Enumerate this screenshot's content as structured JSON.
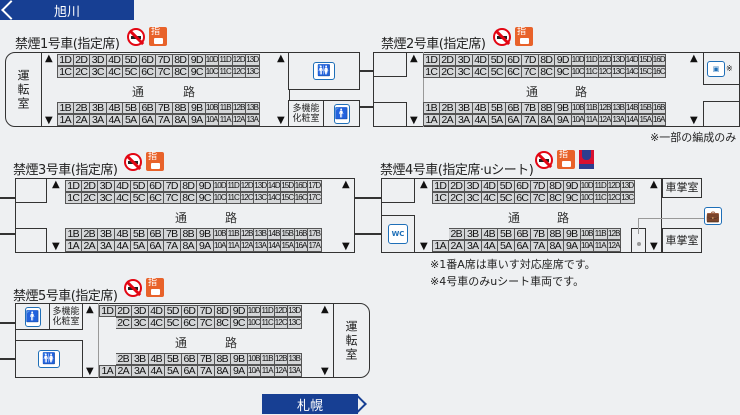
{
  "direction": {
    "start": "旭川",
    "end": "札幌"
  },
  "colors": {
    "banner": "#173f93",
    "nosmoke": "#e30613",
    "reserved": "#e8622a",
    "useat_red": "#d8102f",
    "useat_blue": "#2c3d8f",
    "facility_blue": "#1e6fb8",
    "seat_fill": "#d4d6d8"
  },
  "common": {
    "aisle_left": "通",
    "aisle_right": "路",
    "arrow_up": "▲",
    "arrow_down": "▼",
    "cab_label": "運転室",
    "reserved_glyph": "指"
  },
  "cars": [
    {
      "title": "禁煙1号車(指定席)",
      "icons": [
        "no-smoking-icon",
        "reserved-seat-icon"
      ],
      "rows": {
        "D": [
          "1D",
          "2D",
          "3D",
          "4D",
          "5D",
          "6D",
          "7D",
          "8D",
          "9D",
          "10D",
          "11D",
          "12D",
          "13D"
        ],
        "C": [
          "1C",
          "2C",
          "3C",
          "4C",
          "5C",
          "6C",
          "7C",
          "8C",
          "9C",
          "10C",
          "11C",
          "12C",
          "13C"
        ],
        "B": [
          "1B",
          "2B",
          "3B",
          "4B",
          "5B",
          "6B",
          "7B",
          "8B",
          "9B",
          "10B",
          "11B",
          "12B",
          "13B"
        ],
        "A": [
          "1A",
          "2A",
          "3A",
          "4A",
          "5A",
          "6A",
          "7A",
          "8A",
          "9A",
          "10A",
          "11A",
          "12A",
          "13A"
        ]
      },
      "facilities": {
        "multipurpose": "多機能化粧室",
        "restroom": "restroom-icon",
        "mens": "mens-restroom-icon"
      }
    },
    {
      "title": "禁煙2号車(指定席)",
      "icons": [
        "no-smoking-icon",
        "reserved-seat-icon"
      ],
      "rows": {
        "D": [
          "1D",
          "2D",
          "3D",
          "4D",
          "5D",
          "6D",
          "7D",
          "8D",
          "9D",
          "10D",
          "11D",
          "12D",
          "13D",
          "14D",
          "15D",
          "16D"
        ],
        "C": [
          "1C",
          "2C",
          "3C",
          "4C",
          "5C",
          "6C",
          "7C",
          "8C",
          "9C",
          "10C",
          "11C",
          "12C",
          "13C",
          "14C",
          "15C",
          "16C"
        ],
        "B": [
          "1B",
          "2B",
          "3B",
          "4B",
          "5B",
          "6B",
          "7B",
          "8B",
          "9B",
          "10B",
          "11B",
          "12B",
          "13B",
          "14B",
          "15B",
          "16B"
        ],
        "A": [
          "1A",
          "2A",
          "3A",
          "4A",
          "5A",
          "6A",
          "7A",
          "8A",
          "9A",
          "10A",
          "11A",
          "12A",
          "13A",
          "14A",
          "15A",
          "16A"
        ]
      },
      "facilities": {
        "outlet_mark": "※"
      },
      "note": "※一部の編成のみ"
    },
    {
      "title": "禁煙3号車(指定席)",
      "icons": [
        "no-smoking-icon",
        "reserved-seat-icon"
      ],
      "rows": {
        "D": [
          "1D",
          "2D",
          "3D",
          "4D",
          "5D",
          "6D",
          "7D",
          "8D",
          "9D",
          "10D",
          "11D",
          "12D",
          "13D",
          "14D",
          "15D",
          "16D",
          "17D"
        ],
        "C": [
          "1C",
          "2C",
          "3C",
          "4C",
          "5C",
          "6C",
          "7C",
          "8C",
          "9C",
          "10C",
          "11C",
          "12C",
          "13C",
          "14C",
          "15C",
          "16C",
          "17C"
        ],
        "B": [
          "1B",
          "2B",
          "3B",
          "4B",
          "5B",
          "6B",
          "7B",
          "8B",
          "9B",
          "10B",
          "11B",
          "12B",
          "13B",
          "14B",
          "15B",
          "16B",
          "17B"
        ],
        "A": [
          "1A",
          "2A",
          "3A",
          "4A",
          "5A",
          "6A",
          "7A",
          "8A",
          "9A",
          "10A",
          "11A",
          "12A",
          "13A",
          "14A",
          "15A",
          "16A",
          "17A"
        ]
      }
    },
    {
      "title": "禁煙4号車(指定席·uシート)",
      "icons": [
        "no-smoking-icon",
        "reserved-seat-icon",
        "u-seat-icon"
      ],
      "rows": {
        "D": [
          "1D",
          "2D",
          "3D",
          "4D",
          "5D",
          "6D",
          "7D",
          "8D",
          "9D",
          "10D",
          "11D",
          "12D",
          "13D"
        ],
        "C": [
          "1C",
          "2C",
          "3C",
          "4C",
          "5C",
          "6C",
          "7C",
          "8C",
          "9C",
          "10C",
          "11C",
          "12C",
          "13C"
        ],
        "B": [
          "",
          "2B",
          "3B",
          "4B",
          "5B",
          "6B",
          "7B",
          "8B",
          "9B",
          "10B",
          "11B",
          "12B"
        ],
        "A": [
          "1A",
          "2A",
          "3A",
          "4A",
          "5A",
          "6A",
          "7A",
          "8A",
          "9A",
          "10A",
          "11A",
          "12A"
        ]
      },
      "facilities": {
        "conductor_room_1": "車掌室",
        "conductor_room_2": "車掌室",
        "wc_label": "WC",
        "luggage": "luggage-icon"
      },
      "notes": [
        "※1番A席は車いす対応座席です。",
        "※4号車のみuシート車両です。"
      ]
    },
    {
      "title": "禁煙5号車(指定席)",
      "icons": [
        "no-smoking-icon",
        "reserved-seat-icon"
      ],
      "rows": {
        "D": [
          "1D",
          "2D",
          "3D",
          "4D",
          "5D",
          "6D",
          "7D",
          "8D",
          "9D",
          "10D",
          "11D",
          "12D",
          "13D"
        ],
        "C": [
          "",
          "2C",
          "3C",
          "4C",
          "5C",
          "6C",
          "7C",
          "8C",
          "9C",
          "10C",
          "11C",
          "12C",
          "13C"
        ],
        "B": [
          "",
          "2B",
          "3B",
          "4B",
          "5B",
          "6B",
          "7B",
          "8B",
          "9B",
          "10B",
          "11B",
          "12B",
          "13B"
        ],
        "A": [
          "1A",
          "2A",
          "3A",
          "4A",
          "5A",
          "6A",
          "7A",
          "8A",
          "9A",
          "10A",
          "11A",
          "12A",
          "13A"
        ]
      },
      "facilities": {
        "multipurpose": "多機能化粧室",
        "restroom": "restroom-icon",
        "mens": "mens-restroom-icon"
      }
    }
  ]
}
